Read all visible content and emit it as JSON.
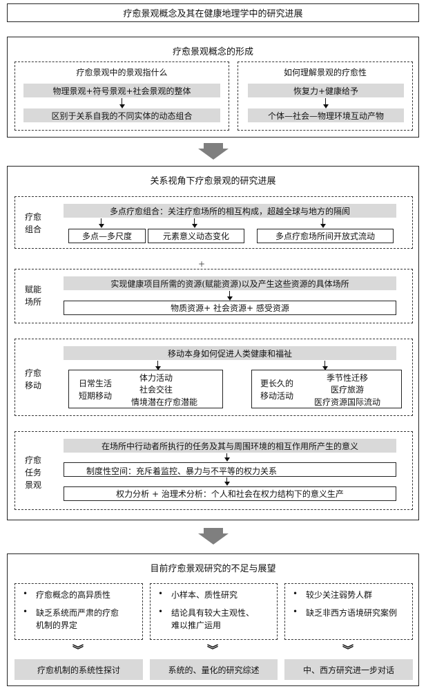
{
  "title": "疗愈景观概念及其在健康地理学中的研究进展",
  "sec1": {
    "title": "疗愈景观概念的形成",
    "left": {
      "title": "疗愈景观中的景观指什么",
      "box1": "物理景观+符号景观+社会景观的整体",
      "box2": "区别于关系自我的不同实体的动态组合"
    },
    "right": {
      "title": "如何理解景观的疗愈性",
      "box1": "恢复力+健康给予",
      "box2": "个体—社会—物理环境互动产物"
    }
  },
  "sec2": {
    "title": "关系视角下疗愈景观的研究进展",
    "plus": "+",
    "g1": {
      "label": [
        "疗愈",
        "组合"
      ],
      "top": "多点疗愈组合：关注疗愈场所的相互构成，超越全球与地方的隔阂",
      "items": [
        "多点—多尺度",
        "元素意义动态变化",
        "多点疗愈场所间开放式流动"
      ]
    },
    "g2": {
      "label": [
        "赋能",
        "场所"
      ],
      "top": "实现健康项目所需的资源(赋能资源)以及产生这些资源的具体场所",
      "bottom": "物质资源+ 社会资源+ 感受资源"
    },
    "g3": {
      "label": [
        "疗愈",
        "移动"
      ],
      "top": "移动本身如何促进人类健康和福祉",
      "left": {
        "head": [
          "日常生活",
          "短期移动"
        ],
        "items": [
          "体力活动",
          "社会交往",
          "情境潜在疗愈潜能"
        ]
      },
      "right": {
        "head": [
          "更长久的",
          "移动活动"
        ],
        "items": [
          "季节性迁移",
          "医疗旅游",
          "医疗资源国际流动"
        ]
      }
    },
    "g4": {
      "label": [
        "疗愈",
        "任务",
        "景观"
      ],
      "top": "在场所中行动者所执行的任务及其与周围环境的相互作用所产生的意义",
      "mid": "制度性空间：充斥着监控、暴力与不平等的权力关系",
      "bottom": "权力分析 + 治理术分析：个人和社会在权力结构下的意义生产"
    }
  },
  "sec3": {
    "title": "目前疗愈景观研究的不足与展望",
    "cols": [
      {
        "bullets": [
          "疗愈概念的高异质性",
          "缺乏系统而严肃的疗愈",
          "机制的界定"
        ],
        "result": "疗愈机制的系统性探讨"
      },
      {
        "bullets": [
          "小样本、质性研究",
          "结论具有较大主观性、",
          "难以推广运用"
        ],
        "result": "系统的、量化的研究综述"
      },
      {
        "bullets": [
          "较少关注弱势人群",
          "缺乏非西方语境研究案例"
        ],
        "result": "中、西方研究进一步对话"
      }
    ]
  }
}
